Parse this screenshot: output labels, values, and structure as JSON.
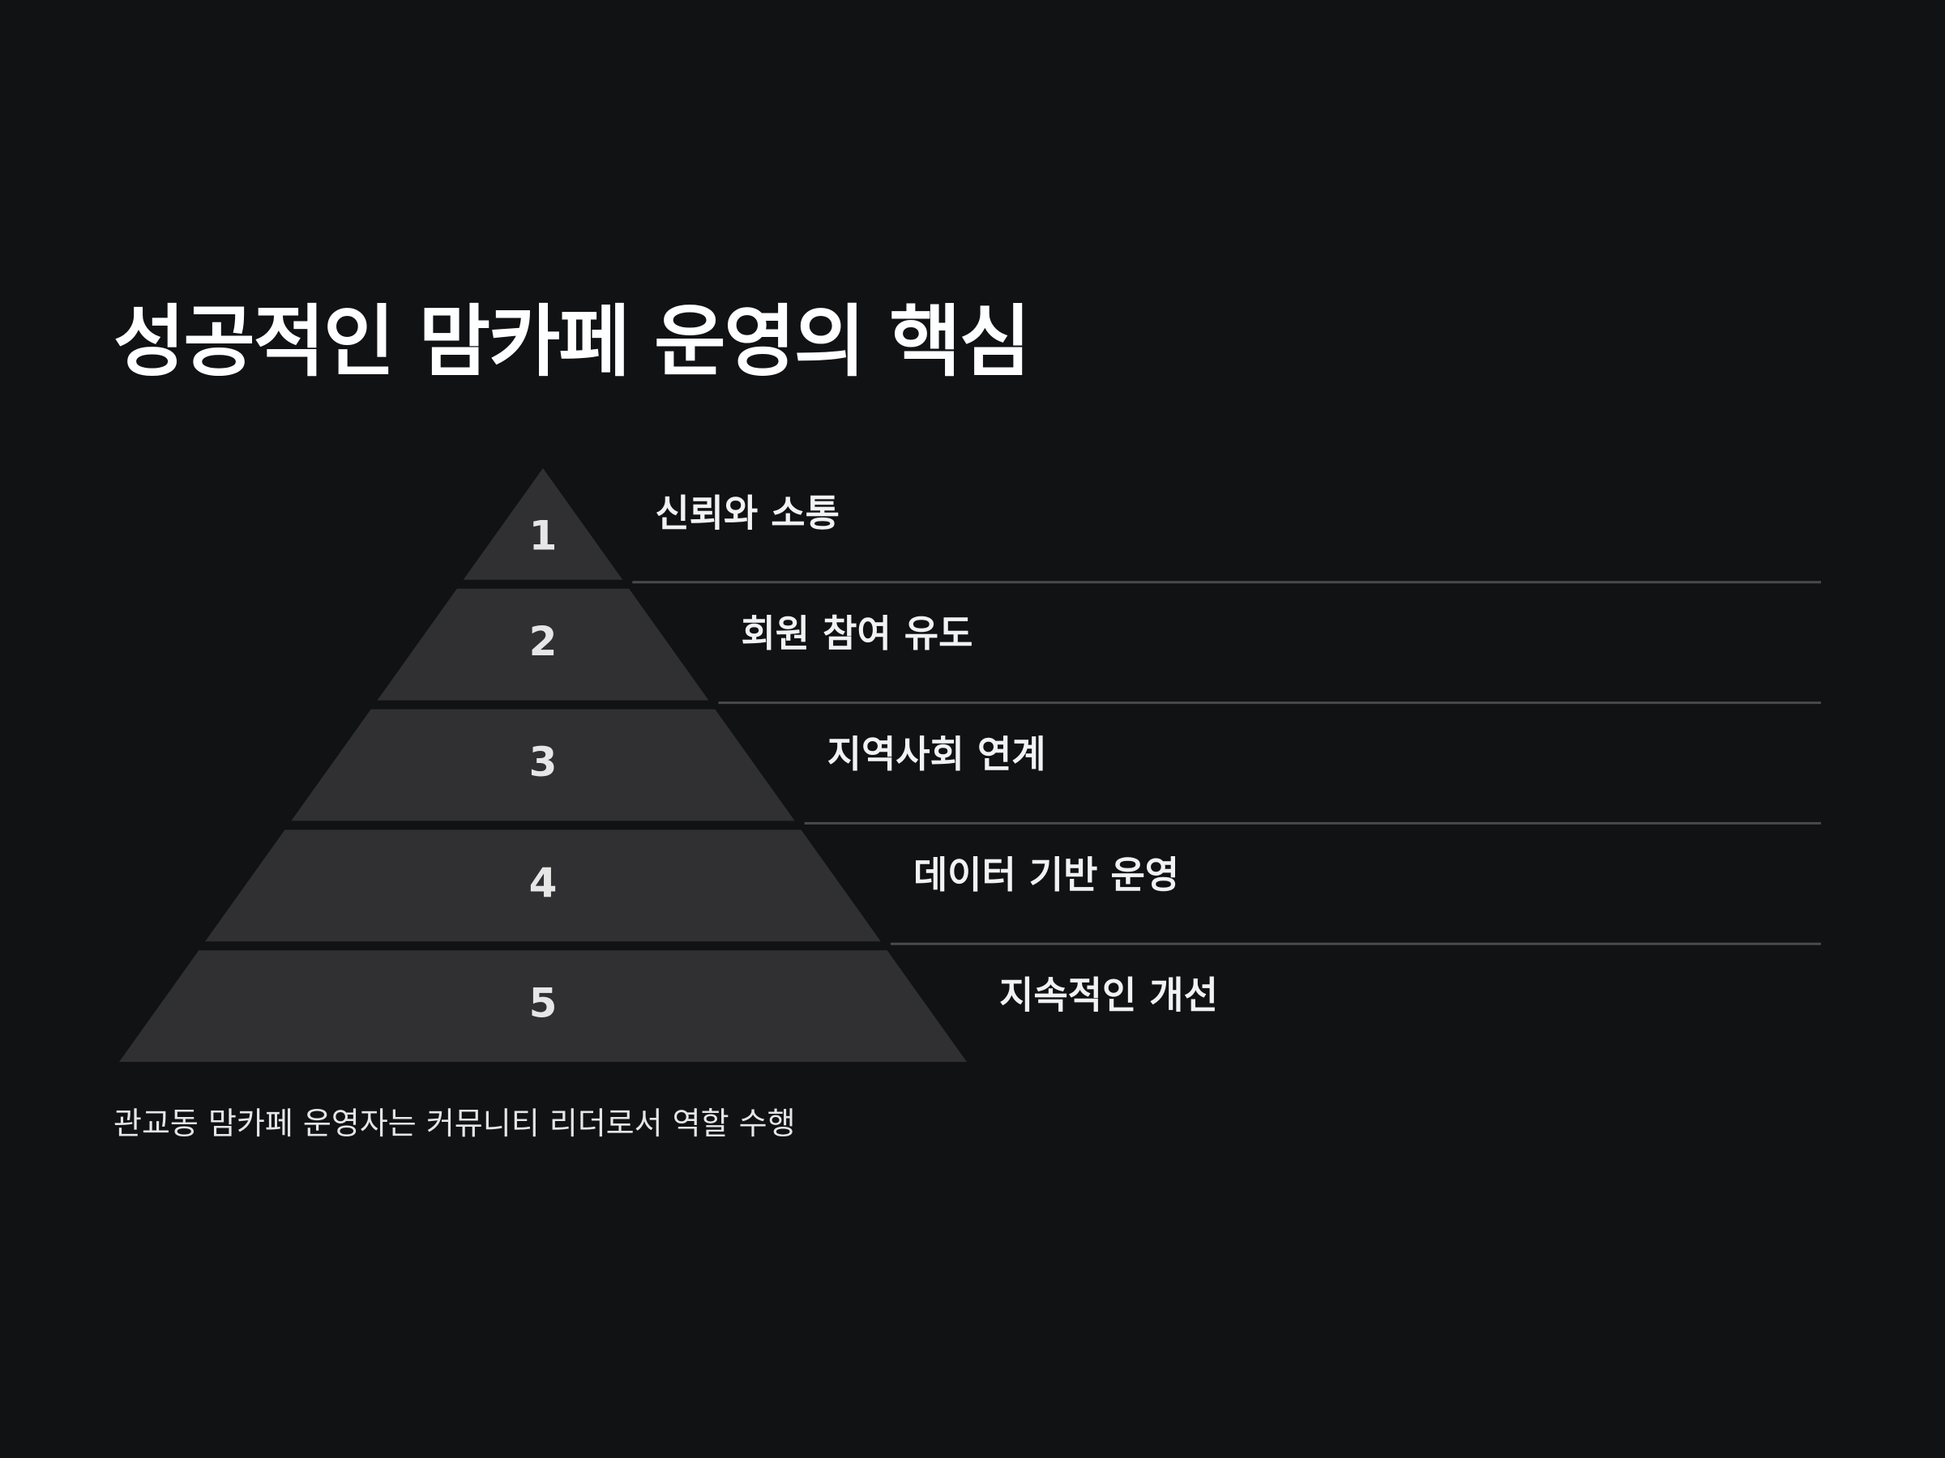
{
  "slide": {
    "background": "#101214",
    "title": "성공적인 맘카페 운영의 핵심",
    "caption": "관교동 맘카페 운영자는 커뮤니티 리더로서 역할 수행"
  },
  "pyramid": {
    "fill_color": "#303033",
    "divider_color": "#4a4a4c",
    "tiers": [
      {
        "number": "1",
        "label": "신뢰와 소통"
      },
      {
        "number": "2",
        "label": "회원 참여 유도"
      },
      {
        "number": "3",
        "label": "지역사회 연계"
      },
      {
        "number": "4",
        "label": "데이터 기반 운영"
      },
      {
        "number": "5",
        "label": "지속적인 개선"
      }
    ]
  }
}
